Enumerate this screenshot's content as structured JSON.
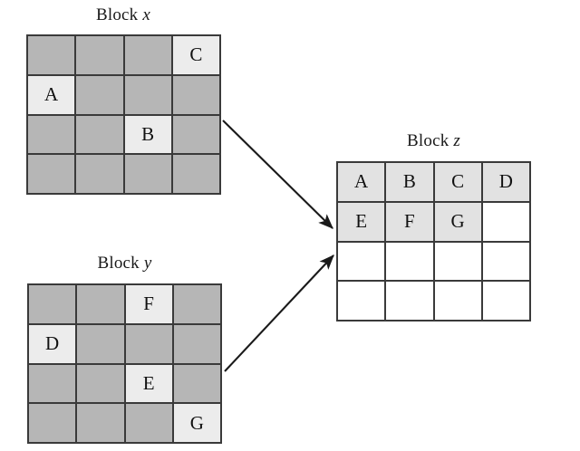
{
  "diagram": {
    "title_prefix": "Block",
    "background": "#ffffff",
    "colors": {
      "source_cell_fill": "#b6b6b6",
      "source_marked_fill": "#ececec",
      "dest_cell_fill": "#ffffff",
      "dest_marked_fill": "#e2e2e2",
      "grid_line": "#3a3a3a",
      "text": "#111111",
      "arrow": "#1a1a1a"
    },
    "blocks": [
      {
        "id": "x",
        "name_prefix": "Block",
        "name_var": "x",
        "title": "Block x",
        "role": "source",
        "rows": 4,
        "cols": 4,
        "cells": [
          [
            "",
            "",
            "",
            "C"
          ],
          [
            "A",
            "",
            "",
            ""
          ],
          [
            "",
            "",
            "B",
            ""
          ],
          [
            "",
            "",
            "",
            ""
          ]
        ]
      },
      {
        "id": "y",
        "name_prefix": "Block",
        "name_var": "y",
        "title": "Block y",
        "role": "source",
        "rows": 4,
        "cols": 4,
        "cells": [
          [
            "",
            "",
            "F",
            ""
          ],
          [
            "D",
            "",
            "",
            ""
          ],
          [
            "",
            "",
            "E",
            ""
          ],
          [
            "",
            "",
            "",
            "G"
          ]
        ]
      },
      {
        "id": "z",
        "name_prefix": "Block",
        "name_var": "z",
        "title": "Block z",
        "role": "destination",
        "rows": 4,
        "cols": 4,
        "cells": [
          [
            "A",
            "B",
            "C",
            "D"
          ],
          [
            "E",
            "F",
            "G",
            ""
          ],
          [
            "",
            "",
            "",
            ""
          ],
          [
            "",
            "",
            "",
            ""
          ]
        ]
      }
    ],
    "arrows": [
      {
        "id": "x-to-z",
        "from_block": "x",
        "to_block": "z",
        "label": ""
      },
      {
        "id": "y-to-z",
        "from_block": "y",
        "to_block": "z",
        "label": ""
      }
    ]
  }
}
